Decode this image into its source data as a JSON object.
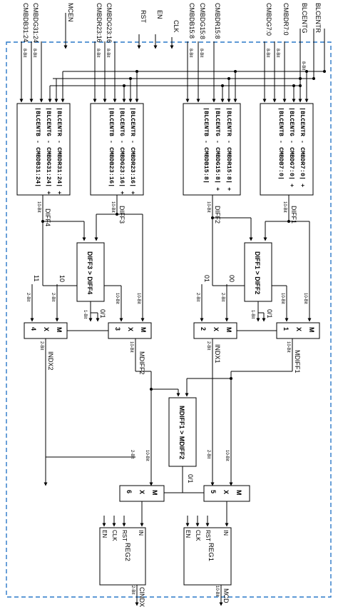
{
  "top_inputs": [
    "CMBDB31:24",
    "CMBDG31:24",
    "MCEN",
    "CMBDR23:16",
    "CMBDG23:16",
    "RST",
    "EN",
    "CLK",
    "CMBDB15:8",
    "CMBDG15:8",
    "CMBDR15:8",
    "CMBDG7:0",
    "CMBDR7:0",
    "BLCENTG",
    "BLCENTR"
  ],
  "width_labels": {
    "eight": "8-Bit",
    "ten": "10-Bit",
    "two": "2-Bit",
    "one": "1-Bit"
  },
  "diff_blocks": [
    {
      "lines": [
        "|BLCENTR - CMBDR31:24| +",
        "|BLCENTG - CMBDG31:24| +",
        "|BLCENTB - CMBDB31:24|"
      ],
      "out": "DIFF4"
    },
    {
      "lines": [
        "|BLCENTR - CMBDR23:16| +",
        "|BLCENTG - CMBDG23:16| +",
        "|BLCENTB - CMBDB23:16|"
      ],
      "out": "DIFF3"
    },
    {
      "lines": [
        "|BLCENTR - CMBDR15:8| +",
        "|BLCENTG - CMBDG15:8| +",
        "|BLCENTB - CMBDB15:8|"
      ],
      "out": "DIFF2"
    },
    {
      "lines": [
        "|BLCENTR - CMBDR7:0| +",
        "|BLCENTG - CMBDG7:0| +",
        "|BLCENTB - CMBDB7:0|"
      ],
      "out": "DIFF1"
    }
  ],
  "comparators": {
    "c34": "DIFF3 > DIFF4",
    "c12": "DIFF1 > DIFF2",
    "cm": "MDIFF1 > MDIFF2"
  },
  "select": "0/1",
  "constants": {
    "k11": "11",
    "k10": "10",
    "k01": "01",
    "k00": "00"
  },
  "muxes": [
    {
      "num": "4",
      "x": "X",
      "m": "M"
    },
    {
      "num": "3",
      "x": "X",
      "m": "M"
    },
    {
      "num": "2",
      "x": "X",
      "m": "M"
    },
    {
      "num": "1",
      "x": "X",
      "m": "M"
    },
    {
      "num": "6",
      "x": "X",
      "m": "M"
    },
    {
      "num": "5",
      "x": "X",
      "m": "M"
    }
  ],
  "mid_signals": {
    "indx2": "INDX2",
    "mdiff2": "MDIFF2",
    "indx1": "INDX1",
    "mdiff1": "MDIFF1"
  },
  "regs": [
    {
      "name": "REG2",
      "pins": [
        "EN",
        "CLK",
        "RST",
        "IN"
      ]
    },
    {
      "name": "REG1",
      "pins": [
        "EN",
        "CLK",
        "RST",
        "IN"
      ]
    }
  ],
  "outputs": {
    "cindx": "CINDX",
    "mcd": "MCD"
  }
}
